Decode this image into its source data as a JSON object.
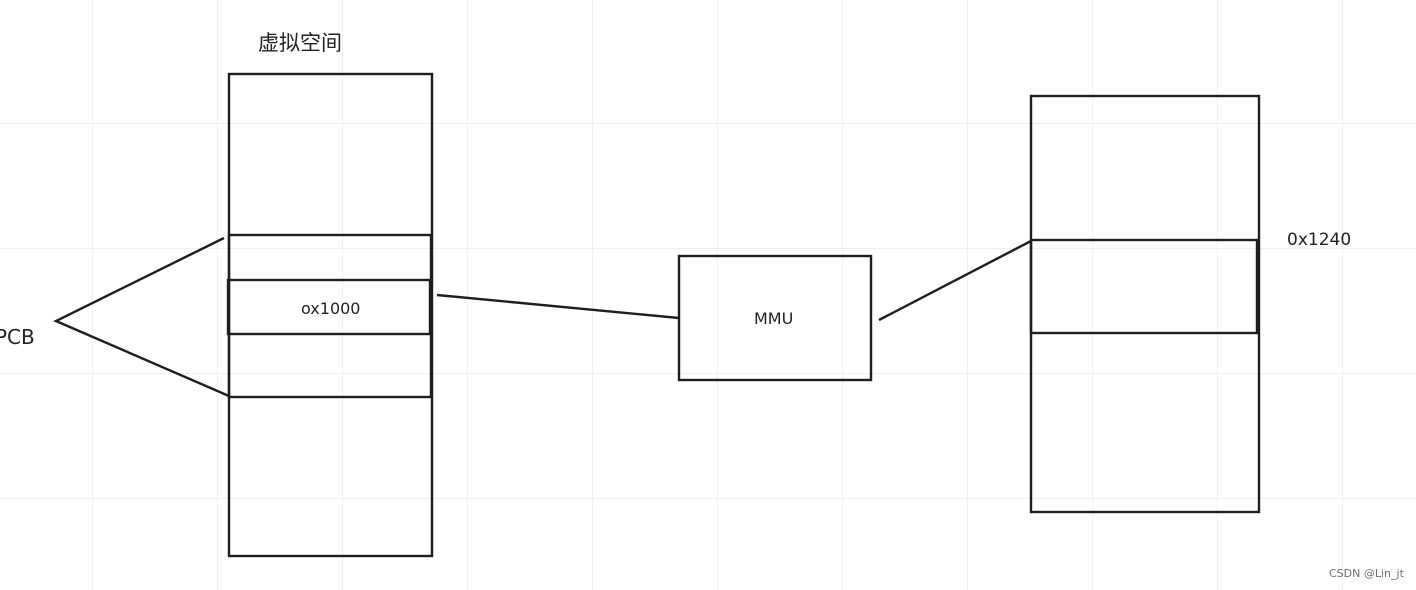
{
  "diagram": {
    "virtual_space_title": "虚拟空间",
    "pcb_label": "PCB",
    "virtual_address": "ox1000",
    "mmu_label": "MMU",
    "physical_address": "0x1240"
  },
  "footer": {
    "watermark": "CSDN @Lin_jt"
  },
  "colors": {
    "stroke": "#1e1e1e",
    "grid": "#eef0f2",
    "background": "#ffffff"
  }
}
